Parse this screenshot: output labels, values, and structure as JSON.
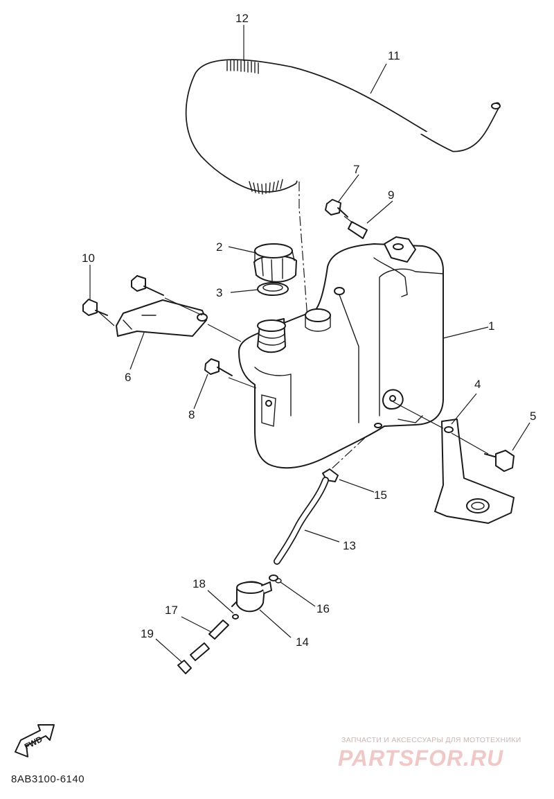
{
  "callouts": [
    {
      "id": "1",
      "label": "1"
    },
    {
      "id": "2",
      "label": "2"
    },
    {
      "id": "3",
      "label": "3"
    },
    {
      "id": "4",
      "label": "4"
    },
    {
      "id": "5",
      "label": "5"
    },
    {
      "id": "6",
      "label": "6"
    },
    {
      "id": "7",
      "label": "7"
    },
    {
      "id": "8",
      "label": "8"
    },
    {
      "id": "9",
      "label": "9"
    },
    {
      "id": "10",
      "label": "10"
    },
    {
      "id": "11",
      "label": "11"
    },
    {
      "id": "12",
      "label": "12"
    },
    {
      "id": "13",
      "label": "13"
    },
    {
      "id": "14",
      "label": "14"
    },
    {
      "id": "15",
      "label": "15"
    },
    {
      "id": "16",
      "label": "16"
    },
    {
      "id": "17",
      "label": "17"
    },
    {
      "id": "18",
      "label": "18"
    },
    {
      "id": "19",
      "label": "19"
    }
  ],
  "fwd_label": "FWD",
  "diagram_code": "8AB3100-6140",
  "watermark": {
    "subtitle": "ЗАПЧАСТИ И АКСЕССУАРЫ ДЛЯ МОТОТЕХНИКИ",
    "logo": "PARTSFOR.RU"
  }
}
